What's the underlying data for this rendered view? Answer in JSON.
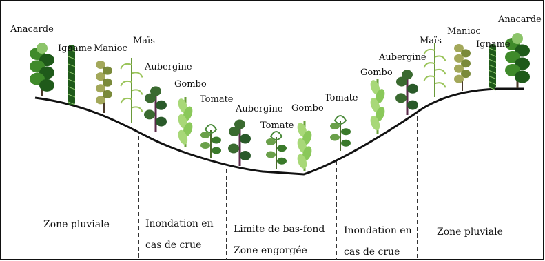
{
  "diagram": {
    "plants": [
      {
        "label": "Anacarde",
        "kind": "tree"
      },
      {
        "label": "Igname",
        "kind": "column"
      },
      {
        "label": "Manioc",
        "kind": "bush"
      },
      {
        "label": "Maïs",
        "kind": "grass"
      },
      {
        "label": "Aubergine",
        "kind": "leafy"
      },
      {
        "label": "Gombo",
        "kind": "tall"
      },
      {
        "label": "Tomate",
        "kind": "vine"
      },
      {
        "label": "Aubergine",
        "kind": "leafy"
      },
      {
        "label": "Tomate",
        "kind": "vine"
      },
      {
        "label": "Gombo",
        "kind": "tall"
      },
      {
        "label": "Tomate",
        "kind": "vine"
      },
      {
        "label": "Gombo",
        "kind": "tall"
      },
      {
        "label": "Aubergine",
        "kind": "leafy"
      },
      {
        "label": "Maïs",
        "kind": "grass"
      },
      {
        "label": "Manioc",
        "kind": "bush"
      },
      {
        "label": "Igname",
        "kind": "column"
      },
      {
        "label": "Anacarde",
        "kind": "tree"
      }
    ],
    "zones": [
      {
        "lines": [
          "Zone pluviale"
        ]
      },
      {
        "lines": [
          "Inondation en",
          "cas de crue"
        ]
      },
      {
        "lines": [
          "Limite de bas-fond",
          "Zone engorgée"
        ]
      },
      {
        "lines": [
          "Inondation en",
          "cas de crue"
        ]
      },
      {
        "lines": [
          "Zone pluviale"
        ]
      }
    ]
  }
}
